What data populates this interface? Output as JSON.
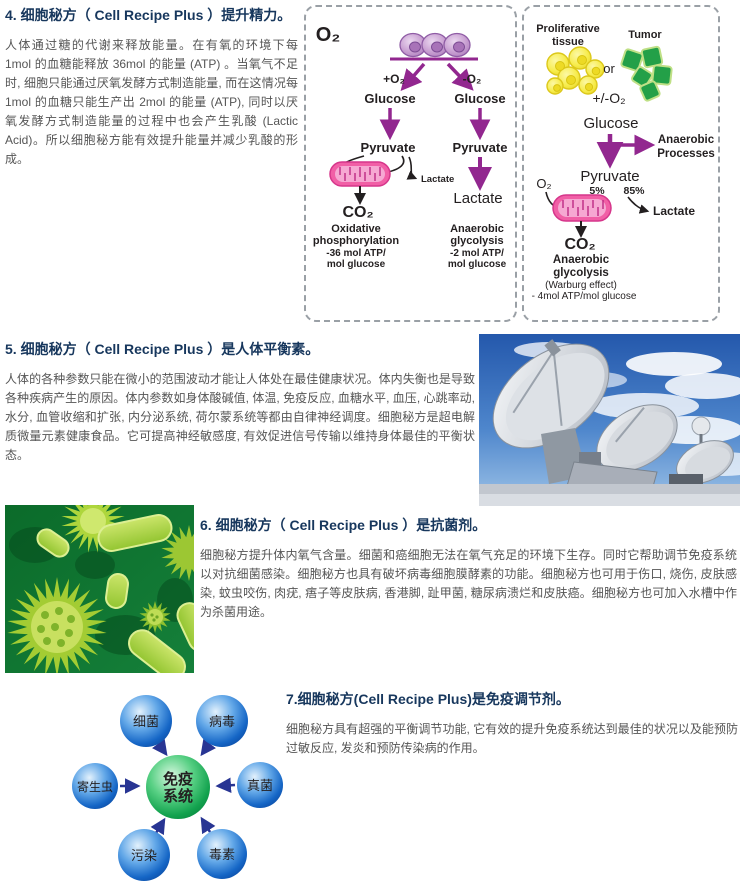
{
  "colors": {
    "title": "#17375d",
    "body_text": "#555555",
    "purple_arrow": "#92278F",
    "mito_pink": "#F15FA6",
    "immune_blue": "#1566C6",
    "immune_green": "#12A24E",
    "immune_arrow": "#283593"
  },
  "sections": {
    "s4": {
      "title": "4. 细胞秘方（ Cell Recipe Plus ）提升精力。",
      "body": "人体通过糖的代谢来释放能量。在有氧的环境下每 1mol 的血糖能释放 36mol 的能量 (ATP) 。当氧气不足时, 细胞只能通过厌氧发酵方式制造能量, 而在这情况每 1mol 的血糖只能生产出 2mol 的能量 (ATP), 同时以厌氧发酵方式制造能量的过程中也会产生乳酸 (Lactic Acid)。所以细胞秘方能有效提升能量并减少乳酸的形成。"
    },
    "s5": {
      "title": "5. 细胞秘方（ Cell Recipe Plus ）是人体平衡素。",
      "body": "人体的各种参数只能在微小的范围波动才能让人体处在最佳健康状况。体内失衡也是导致各种疾病产生的原因。体内参数如身体酸碱值, 体温, 免疫反应, 血糖水平, 血压, 心跳率动, 水分, 血管收缩和扩张, 内分泌系统, 荷尔蒙系统等都由自律神经调度。细胞秘方是超电解质微量元素健康食品。它可提高神经敏感度, 有效促进信号传输以维持身体最佳的平衡状态。"
    },
    "s6": {
      "title": "6. 细胞秘方（ Cell Recipe Plus ）是抗菌剂。",
      "body": "细胞秘方提升体内氧气含量。细菌和癌细胞无法在氧气充足的环境下生存。同时它帮助调节免疫系统以对抗细菌感染。细胞秘方也具有破坏病毒细胞膜酵素的功能。细胞秘方也可用于伤口, 烧伤, 皮肤感染, 蚊虫咬伤, 肉疣, 痦子等皮肤病, 香港脚, 趾甲菌, 糖尿病溃烂和皮肤癌。细胞秘方也可加入水槽中作为杀菌用途。"
    },
    "s7": {
      "title": "7.细胞秘方(Cell Recipe Plus)是免疫调节剂。",
      "body": "细胞秘方具有超强的平衡调节功能, 它有效的提升免疫系统达到最佳的状况以及能预防过敏反应, 发炎和预防传染病的作用。"
    }
  },
  "diagram_oxygen": {
    "o2": "O₂",
    "plus_o2": "+O₂",
    "minus_o2": "-O₂",
    "glucose_left": "Glucose",
    "glucose_right": "Glucose",
    "pyruvate_left": "Pyruvate",
    "pyruvate_right": "Pyruvate",
    "lactate_side": "Lactate",
    "co2": "CO₂",
    "oxidative_line1": "Oxidative",
    "oxidative_line2": "phosphorylation",
    "oxidative_line3": "-36 mol ATP/",
    "oxidative_line4": "mol glucose",
    "lactate_main": "Lactate",
    "anaerobic_line1": "Anaerobic",
    "anaerobic_line2": "glycolysis",
    "anaerobic_line3": "-2 mol ATP/",
    "anaerobic_line4": "mol glucose"
  },
  "diagram_warburg": {
    "proliferative_line1": "Proliferative",
    "proliferative_line2": "tissue",
    "tumor": "Tumor",
    "or": "or",
    "plus_minus_o2": "+/-O₂",
    "glucose": "Glucose",
    "anaerobic_line1": "Anaerobic",
    "anaerobic_line2": "Processes",
    "pyruvate": "Pyruvate",
    "o2": "O₂",
    "pct5": "5%",
    "pct85": "85%",
    "lactate": "Lactate",
    "co2": "CO₂",
    "glycolysis_line1": "Anaerobic",
    "glycolysis_line2": "glycolysis",
    "glycolysis_line3": "(Warburg effect)",
    "glycolysis_line4": "- 4mol ATP/mol glucose"
  },
  "immune": {
    "center_line1": "免疫",
    "center_line2": "系统",
    "nodes": {
      "bacteria": "细菌",
      "virus": "病毒",
      "parasite": "寄生虫",
      "fungus": "真菌",
      "pollution": "污染",
      "toxin": "毒素"
    }
  }
}
